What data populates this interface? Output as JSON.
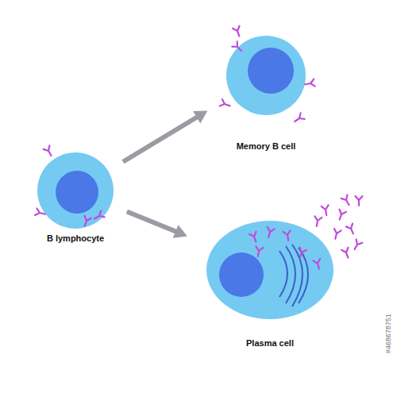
{
  "diagram": {
    "nodes": [
      {
        "text": [
          "B lymphocyte"
        ]
      },
      {
        "text": [
          "Memory B cell"
        ]
      },
      {
        "text": [
          "Plasma cell"
        ]
      }
    ],
    "edges": [
      {
        "from": 0,
        "to": 1,
        "arrow": "to"
      },
      {
        "from": 0,
        "to": 2,
        "arrow": "to"
      }
    ],
    "labels": [
      "#468678751"
    ]
  }
}
